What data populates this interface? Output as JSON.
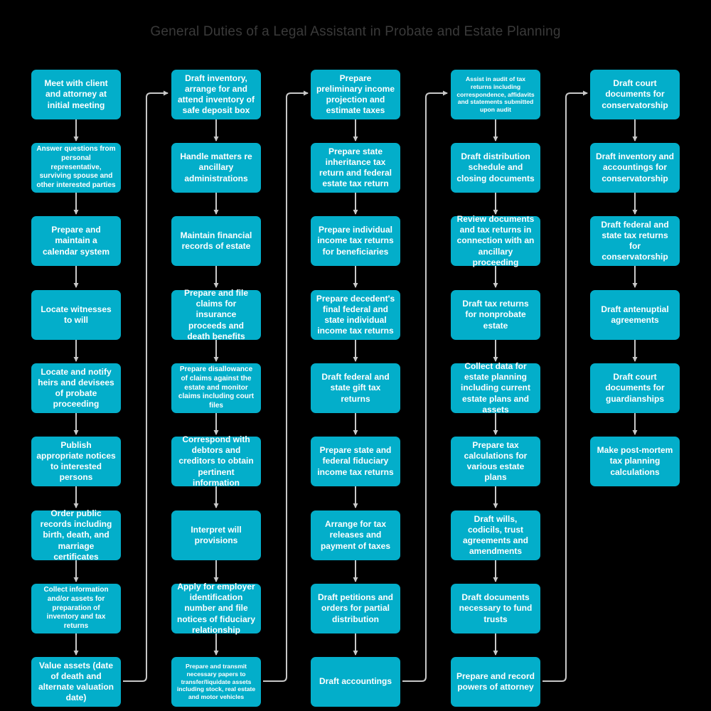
{
  "diagram": {
    "title": "General Duties of a Legal Assistant in Probate and Estate Planning",
    "type": "flowchart",
    "orientation": "column-serpentine",
    "colors": {
      "background": "#000000",
      "node_fill": "#03AECA",
      "node_text": "#FFFFFF",
      "title_text": "#3A3A3A",
      "connector": "#C8C8C8"
    },
    "columns": [
      {
        "id": "column-1",
        "nodes": [
          {
            "id": "n1-1",
            "label": "Meet with client and attorney at initial meeting"
          },
          {
            "id": "n1-2",
            "label": "Answer questions from personal representative, surviving spouse and other interested parties"
          },
          {
            "id": "n1-3",
            "label": "Prepare and maintain a calendar system"
          },
          {
            "id": "n1-4",
            "label": "Locate witnesses to will"
          },
          {
            "id": "n1-5",
            "label": "Locate and notify heirs and devisees of probate proceeding"
          },
          {
            "id": "n1-6",
            "label": "Publish appropriate notices to interested persons"
          },
          {
            "id": "n1-7",
            "label": "Order public records including birth, death, and marriage certificates"
          },
          {
            "id": "n1-8",
            "label": "Collect information and/or assets for preparation of inventory and tax  returns"
          },
          {
            "id": "n1-9",
            "label": "Value assets (date of death and alternate valuation date)"
          }
        ]
      },
      {
        "id": "column-2",
        "nodes": [
          {
            "id": "n2-1",
            "label": "Draft inventory, arrange for and attend inventory of safe deposit box"
          },
          {
            "id": "n2-2",
            "label": "Handle matters re ancillary administrations"
          },
          {
            "id": "n2-3",
            "label": "Maintain financial records of estate"
          },
          {
            "id": "n2-4",
            "label": "Prepare and file claims for insurance proceeds and death benefits"
          },
          {
            "id": "n2-5",
            "label": "Prepare disallowance of claims against the estate and monitor claims including court files"
          },
          {
            "id": "n2-6",
            "label": "Correspond with debtors and creditors to obtain pertinent information"
          },
          {
            "id": "n2-7",
            "label": "Interpret will provisions"
          },
          {
            "id": "n2-8",
            "label": "Apply for employer identification number and file notices of fiduciary relationship"
          },
          {
            "id": "n2-9",
            "label": "Prepare and transmit necessary papers to transfer/liquidate assets including stock, real estate and motor vehicles"
          }
        ]
      },
      {
        "id": "column-3",
        "nodes": [
          {
            "id": "n3-1",
            "label": "Prepare preliminary income projection and estimate taxes"
          },
          {
            "id": "n3-2",
            "label": "Prepare state inheritance tax return and federal estate tax return"
          },
          {
            "id": "n3-3",
            "label": "Prepare individual income tax returns for beneficiaries"
          },
          {
            "id": "n3-4",
            "label": "Prepare decedent's final federal and state individual income tax returns"
          },
          {
            "id": "n3-5",
            "label": "Draft federal and state gift tax returns"
          },
          {
            "id": "n3-6",
            "label": "Prepare state and federal fiduciary income tax returns"
          },
          {
            "id": "n3-7",
            "label": "Arrange for tax releases and payment of taxes"
          },
          {
            "id": "n3-8",
            "label": "Draft petitions and orders for partial distribution"
          },
          {
            "id": "n3-9",
            "label": "Draft accountings"
          }
        ]
      },
      {
        "id": "column-4",
        "nodes": [
          {
            "id": "n4-1",
            "label": "Assist in audit of tax returns including correspondence, affidavits and statements submitted upon audit"
          },
          {
            "id": "n4-2",
            "label": "Draft distribution schedule and closing documents"
          },
          {
            "id": "n4-3",
            "label": "Review documents and tax returns in connection with an ancillary proceeding"
          },
          {
            "id": "n4-4",
            "label": "Draft tax returns for nonprobate estate"
          },
          {
            "id": "n4-5",
            "label": "Collect data for estate planning including current estate plans and assets"
          },
          {
            "id": "n4-6",
            "label": "Prepare tax calculations for various estate plans"
          },
          {
            "id": "n4-7",
            "label": "Draft wills, codicils, trust agreements and amendments"
          },
          {
            "id": "n4-8",
            "label": "Draft documents necessary to fund trusts"
          },
          {
            "id": "n4-9",
            "label": "Prepare and record powers of attorney"
          }
        ]
      },
      {
        "id": "column-5",
        "nodes": [
          {
            "id": "n5-1",
            "label": "Draft court documents for conservatorship"
          },
          {
            "id": "n5-2",
            "label": "Draft inventory and accountings for conservatorship"
          },
          {
            "id": "n5-3",
            "label": "Draft federal and state tax returns for conservatorship"
          },
          {
            "id": "n5-4",
            "label": "Draft antenuptial agreements"
          },
          {
            "id": "n5-5",
            "label": "Draft court documents for guardianships"
          },
          {
            "id": "n5-6",
            "label": "Make post-mortem tax planning calculations"
          }
        ]
      }
    ]
  }
}
